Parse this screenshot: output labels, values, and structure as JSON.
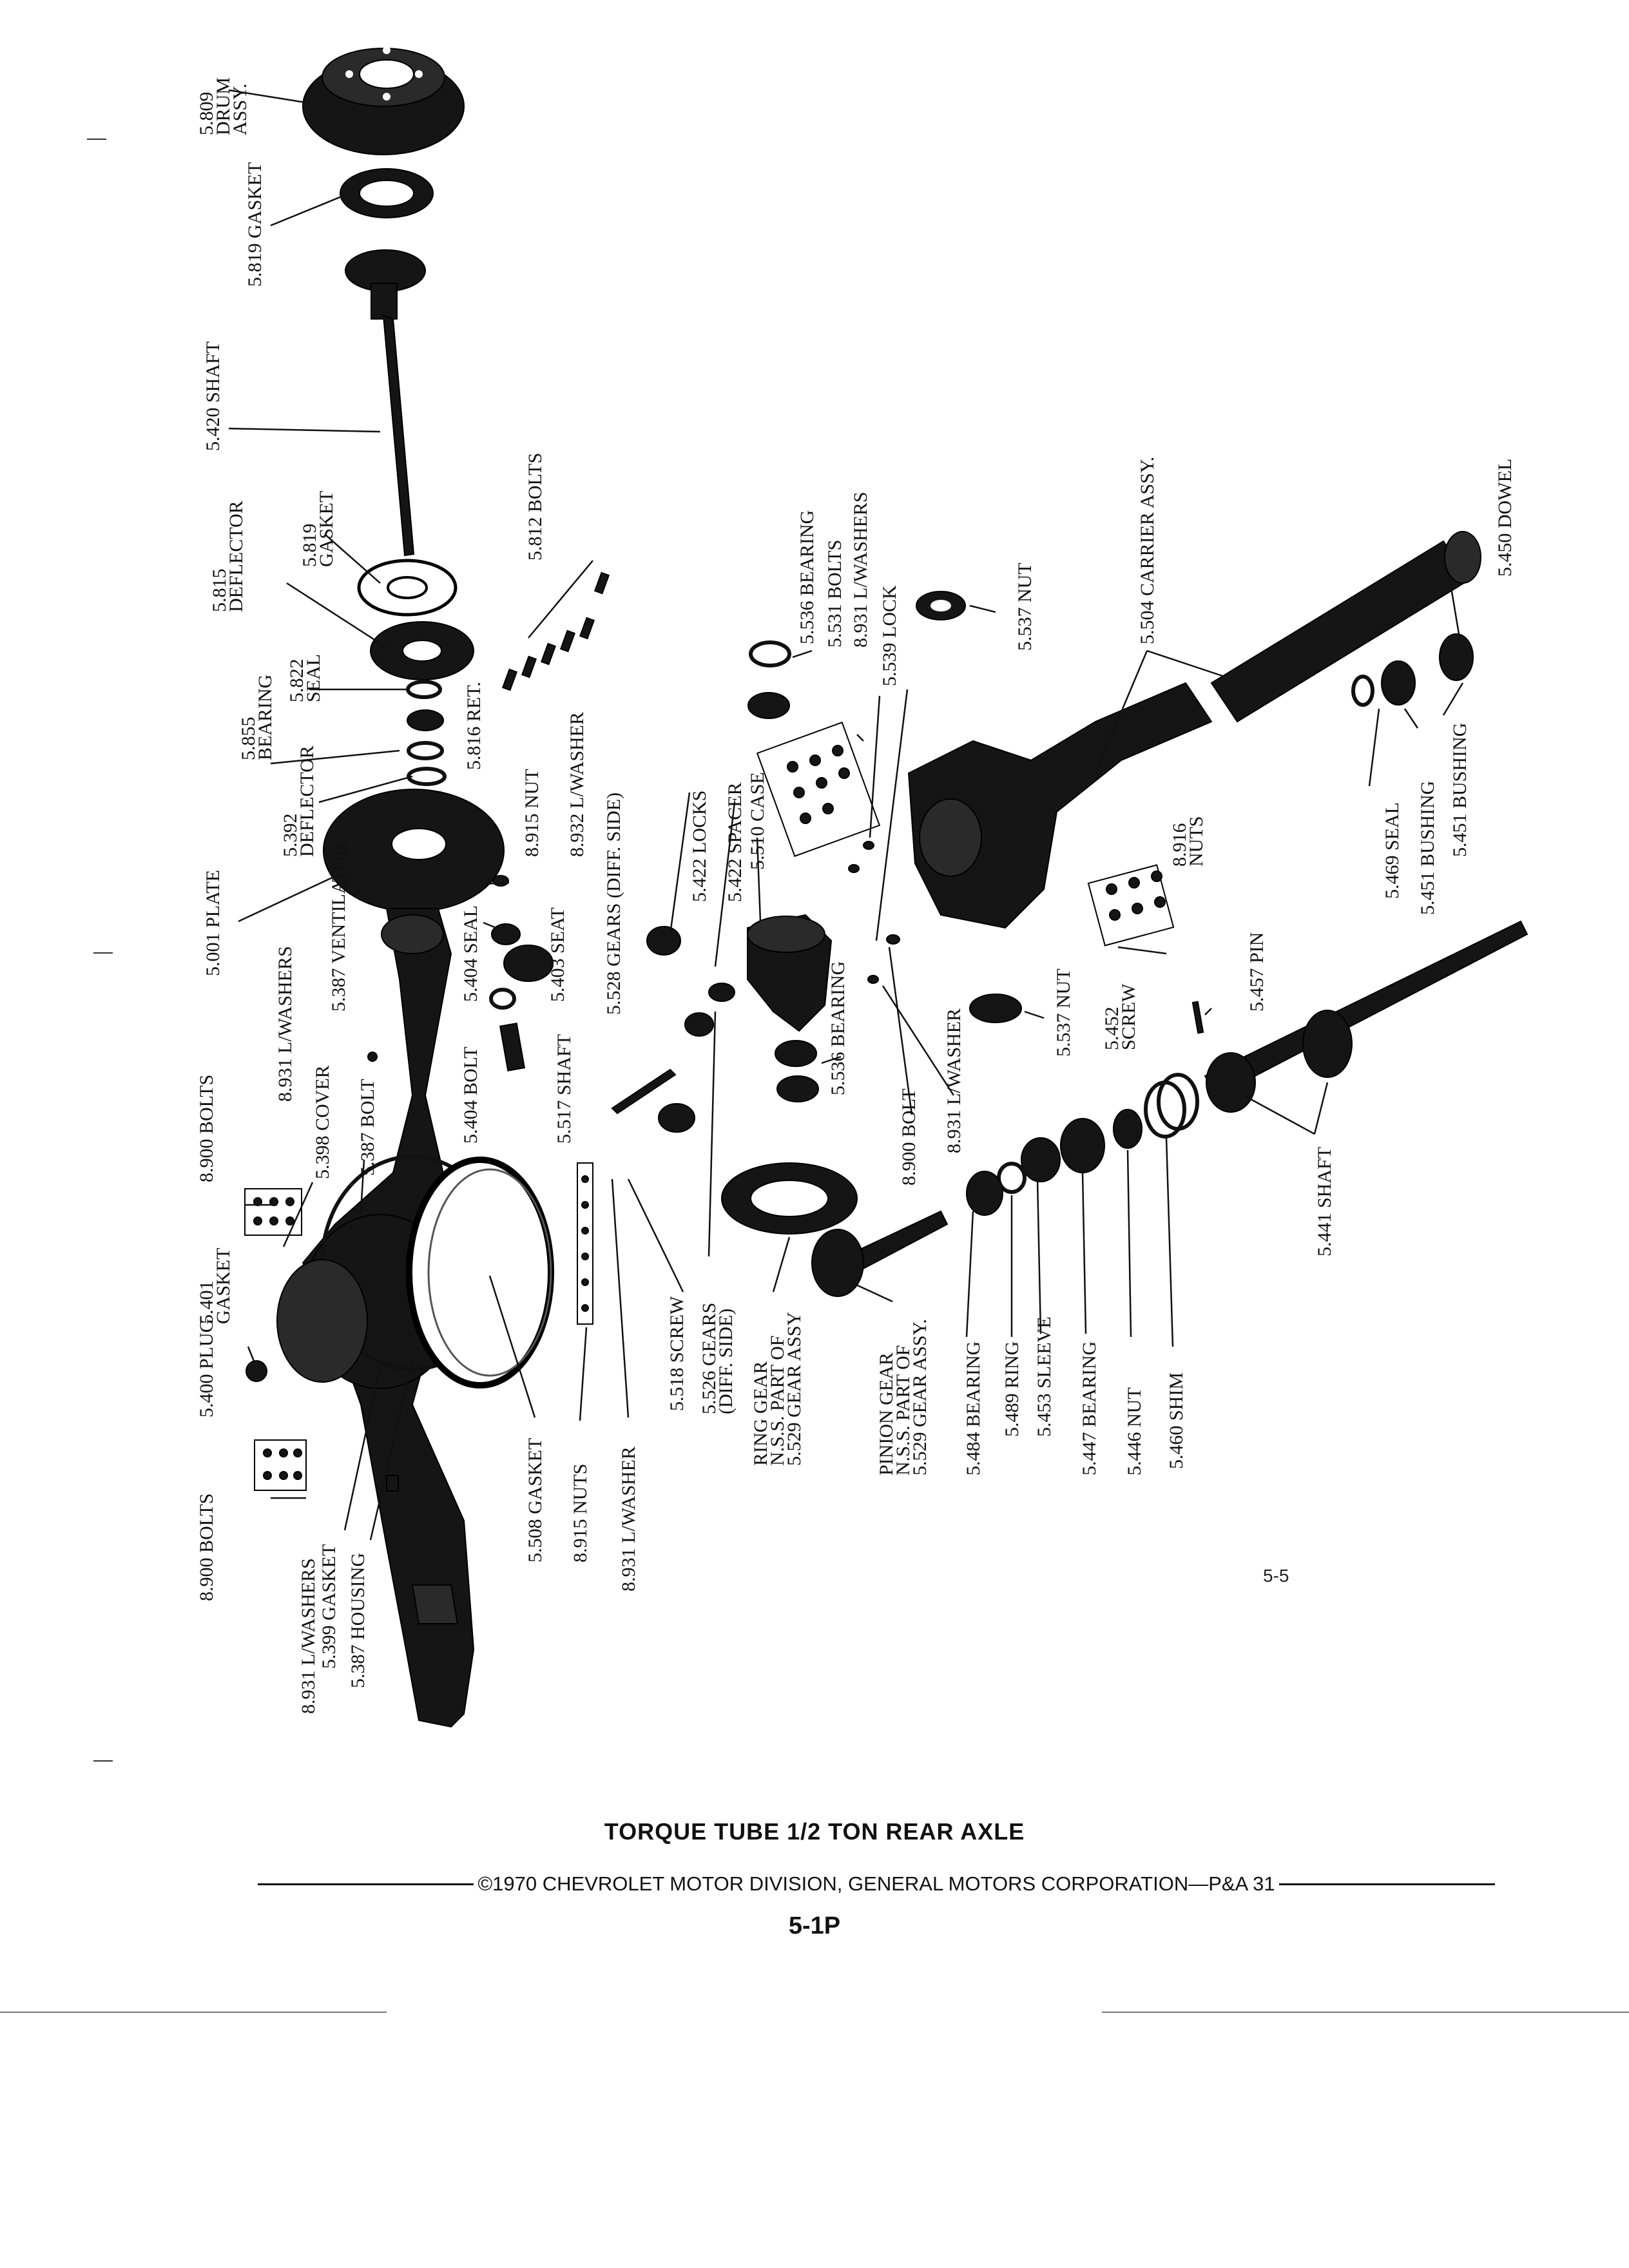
{
  "title": "TORQUE TUBE 1/2 TON REAR AXLE",
  "copyright": "©1970 CHEVROLET MOTOR DIVISION, GENERAL MOTORS CORPORATION—P&A 31",
  "page_number": "5-1P",
  "subpage_number": "5-5",
  "labels": {
    "drum_assy": [
      "5.809",
      "DRUM",
      "ASSY."
    ],
    "gasket_top": "5.819 GASKET",
    "shaft_axle": "5.420 SHAFT",
    "gasket_mid": [
      "5.819",
      "GASKET"
    ],
    "deflector_815": [
      "5.815",
      "DEFLECTOR"
    ],
    "bolts_812": "5.812 BOLTS",
    "seal_822": [
      "5.822",
      "SEAL"
    ],
    "bearing_855": [
      "5.855",
      "BEARING"
    ],
    "ret_816": "5.816 RET.",
    "deflector_392": [
      "5.392",
      "DEFLECTOR"
    ],
    "plate": "5.001 PLATE",
    "nut_915": "8.915 NUT",
    "washer_932": "8.932 L/WASHER",
    "gears_528": "5.528 GEARS (DIFF. SIDE)",
    "ventilator": "5.387 VENTILATOR",
    "seal_404": "5.404 SEAL",
    "seat_403": "5.403 SEAT",
    "bolt_404": "5.404 BOLT",
    "shaft_517": "5.517 SHAFT",
    "washers_931_top": "8.931 L/WASHERS",
    "cover": "5.398 COVER",
    "bolt_387": "5.387 BOLT",
    "bolts_900_top": "8.900 BOLTS",
    "gasket_401": [
      "5.401",
      "GASKET"
    ],
    "plug": "5.400 PLUG",
    "bolts_900_bottom": "8.900 BOLTS",
    "washers_931_bottom": "8.931 L/WASHERS",
    "gasket_399": "5.399 GASKET",
    "housing": "5.387 HOUSING",
    "gasket_508": "5.508 GASKET",
    "nuts_915": "8.915 NUTS",
    "washer_931_a": "8.931 L/WASHER",
    "screw_518": "5.518 SCREW",
    "gears_526": [
      "5.526 GEARS",
      "(DIFF. SIDE)"
    ],
    "ring_gear": [
      "RING GEAR",
      "N.S.S. PART OF",
      "5.529 GEAR ASSY"
    ],
    "locks_422": "5.422 LOCKS",
    "spacer_422": "5.422 SPACER",
    "case_510": "5.510 CASE",
    "bearing_536_top": "5.536 BEARING",
    "bolts_531": "5.531 BOLTS",
    "washers_931_mid": "8.931 L/WASHERS",
    "lock_539": "5.539 LOCK",
    "nut_537_top": "5.537 NUT",
    "bearing_536_mid": "5.536 BEARING",
    "bolt_900": "8.900 BOLT",
    "washer_931_b": "8.931 L/WASHER",
    "nut_537_mid": "5.537 NUT",
    "carrier_assy": "5.504 CARRIER ASSY.",
    "nuts_916": [
      "8.916",
      "NUTS"
    ],
    "screw_452": [
      "5.452",
      "SCREW"
    ],
    "pin_457": "5.457 PIN",
    "dowel_450": "5.450 DOWEL",
    "seal_469": "5.469 SEAL",
    "bushing_451_a": "5.451 BUSHING",
    "bushing_451_b": "5.451 BUSHING",
    "shaft_441": "5.441 SHAFT",
    "pinion_gear": [
      "PINION GEAR",
      "N.S.S. PART OF",
      "5.529 GEAR ASSY."
    ],
    "bearing_484": "5.484 BEARING",
    "ring_489": "5.489 RING",
    "sleeve_453": "5.453 SLEEVE",
    "bearing_447": "5.447 BEARING",
    "nut_446": "5.446 NUT",
    "shim_460": "5.460 SHIM"
  }
}
